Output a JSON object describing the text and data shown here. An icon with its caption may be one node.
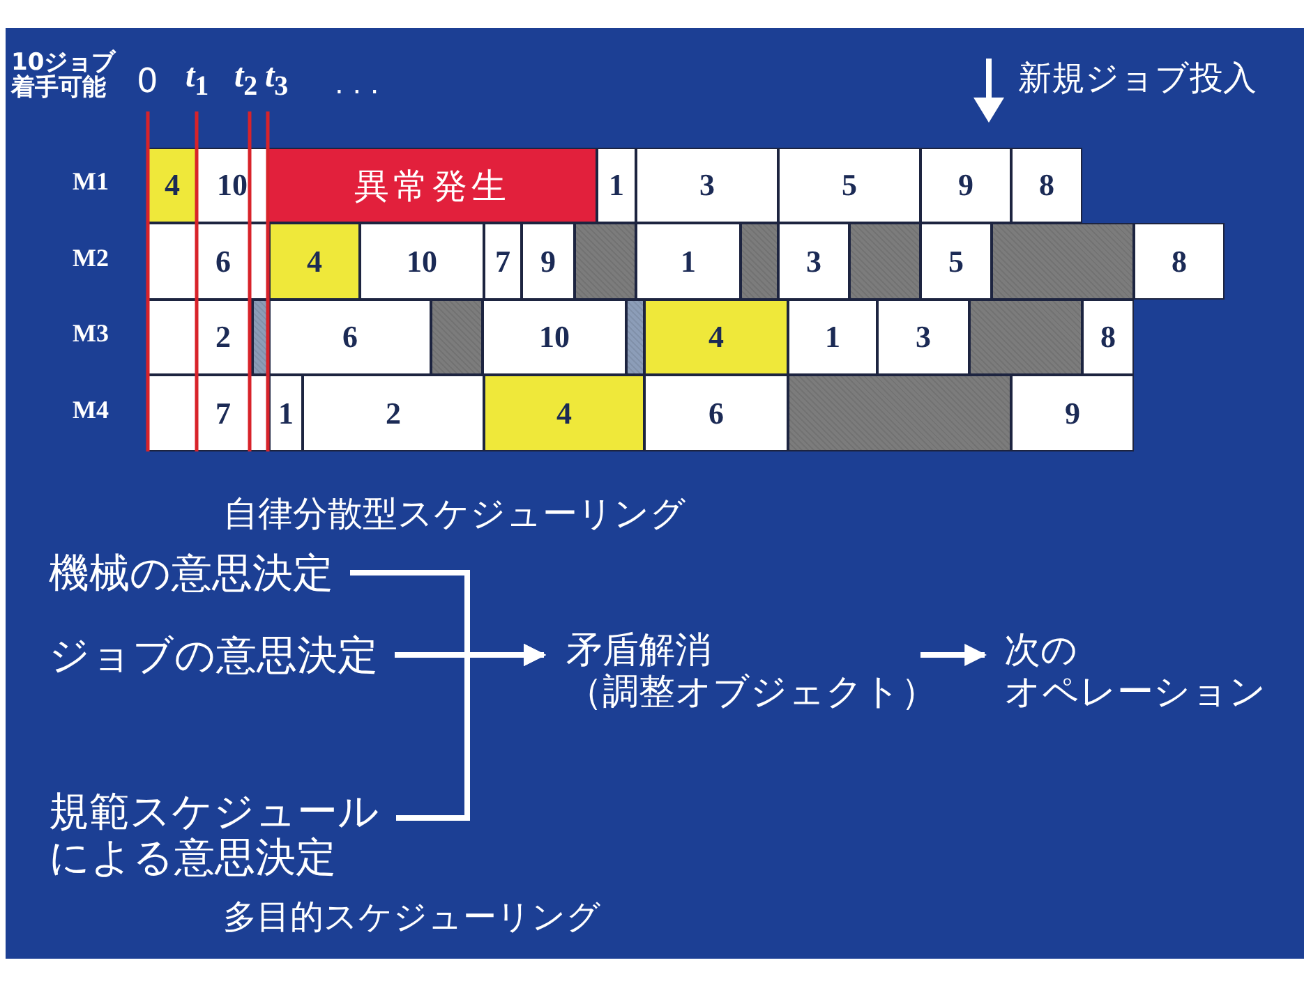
{
  "diagram": {
    "nodes": [
      {
        "text": [
          "4"
        ]
      },
      {
        "text": [
          "10"
        ]
      },
      {
        "text": [
          "異常発生"
        ]
      },
      {
        "text": [
          "1"
        ]
      },
      {
        "text": [
          "3"
        ]
      },
      {
        "text": [
          "5"
        ]
      },
      {
        "text": [
          "9"
        ]
      },
      {
        "text": [
          "8"
        ]
      },
      {
        "text": [
          "6"
        ]
      },
      {
        "text": [
          "4"
        ]
      },
      {
        "text": [
          "10"
        ]
      },
      {
        "text": [
          "7"
        ]
      },
      {
        "text": [
          "9"
        ]
      },
      {
        "text": [],
        "shape": "bar"
      },
      {
        "text": [
          "1"
        ]
      },
      {
        "text": [],
        "shape": "bar"
      },
      {
        "text": [
          "3"
        ]
      },
      {
        "text": [],
        "shape": "bar"
      },
      {
        "text": [
          "5"
        ]
      },
      {
        "text": [],
        "shape": "bar"
      },
      {
        "text": [
          "8"
        ]
      },
      {
        "text": [
          "2"
        ]
      },
      {
        "text": [],
        "shape": "bar"
      },
      {
        "text": [
          "6"
        ]
      },
      {
        "text": [],
        "shape": "bar"
      },
      {
        "text": [
          "10"
        ]
      },
      {
        "text": [],
        "shape": "bar"
      },
      {
        "text": [
          "4"
        ]
      },
      {
        "text": [
          "1"
        ]
      },
      {
        "text": [
          "3"
        ]
      },
      {
        "text": [],
        "shape": "bar"
      },
      {
        "text": [
          "8"
        ]
      },
      {
        "text": [
          "7"
        ]
      },
      {
        "text": [
          "1"
        ]
      },
      {
        "text": [
          "2"
        ]
      },
      {
        "text": [
          "4"
        ]
      },
      {
        "text": [
          "6"
        ]
      },
      {
        "text": [],
        "shape": "bar"
      },
      {
        "text": [
          "9"
        ]
      },
      {
        "text": [
          "機械の意思決定"
        ]
      },
      {
        "text": [
          "ジョブの意思決定"
        ]
      },
      {
        "text": [
          "規範スケジュールによる意思決定"
        ]
      },
      {
        "text": [
          "矛盾解消（調整オブジェクト）"
        ]
      },
      {
        "text": [
          "次のオペレーション"
        ]
      }
    ],
    "edges": [
      {
        "from": 39,
        "to": 42,
        "arrow": "to"
      },
      {
        "from": 40,
        "to": 42,
        "arrow": "to"
      },
      {
        "from": 41,
        "to": 42,
        "arrow": "to"
      },
      {
        "from": 42,
        "to": 43,
        "arrow": "to"
      }
    ],
    "labels": [
      "10ジョブ着手可能",
      "0",
      "*t*$_{1}$",
      "*t*$_{2}$",
      "*t*$_{3}$",
      ". . .",
      "新規ジョブ投入",
      "M1",
      "M2",
      "M3",
      "M4",
      "自律分散型スケジューリング",
      "多目的スケジューリング"
    ]
  }
}
